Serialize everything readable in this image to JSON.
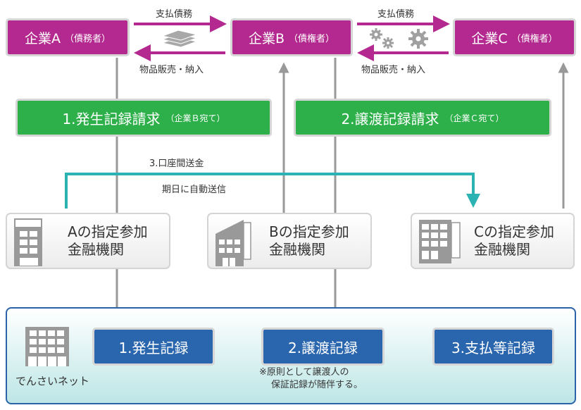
{
  "companies": [
    {
      "name": "企業A",
      "role": "（債務者）"
    },
    {
      "name": "企業B",
      "role": "（債権者）"
    },
    {
      "name": "企業C",
      "role": "（債権者）"
    }
  ],
  "flows": [
    {
      "top_label": "支払債務",
      "bottom_label": "物品販売・納入",
      "icon": "money-stack-icon"
    },
    {
      "top_label": "支払債務",
      "bottom_label": "物品販売・納入",
      "icon": "gears-icon"
    }
  ],
  "requests": [
    {
      "main": "1.発生記録請求",
      "sub": "（企業Ｂ宛て）"
    },
    {
      "main": "2.譲渡記録請求",
      "sub": "（企業Ｃ宛て）"
    }
  ],
  "transfer": {
    "title": "3.口座間送金",
    "subtitle": "期日に自動送信"
  },
  "banks": [
    {
      "line1": "Aの指定参加",
      "line2": "金融機関",
      "icon": "bank-building-icon"
    },
    {
      "line1": "Bの指定参加",
      "line2": "金融機関",
      "icon": "bank-building-icon"
    },
    {
      "line1": "Cの指定参加",
      "line2": "金融機関",
      "icon": "bank-building-icon"
    }
  ],
  "densai": {
    "label": "でんさいネット",
    "records": [
      "1.発生記録",
      "2.譲渡記録",
      "3.支払等記録"
    ],
    "note_line1": "※原則として譲渡人の",
    "note_line2": "保証記録が随伴する。"
  },
  "colors": {
    "company": "#b4298f",
    "request": "#2db04a",
    "record": "#2a66ae",
    "transfer_line": "#2bb3b3",
    "connector": "#999999"
  }
}
